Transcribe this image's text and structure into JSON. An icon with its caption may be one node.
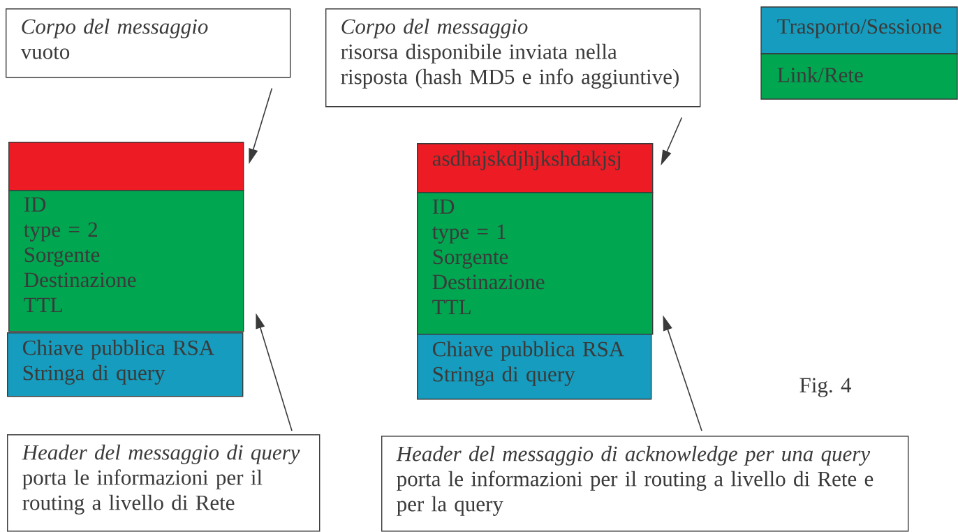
{
  "diagram": {
    "nodes": [
      {
        "text": [
          "Corpo del messaggio",
          "vuoto"
        ]
      },
      {
        "text": [
          "Corpo del messaggio",
          "risorsa disponibile inviata nella risposta (hash MD5 e info aggiuntive)"
        ]
      },
      {
        "text": [],
        "shape": "box"
      },
      {
        "text": [
          "ID",
          "type = 2",
          "Sorgente",
          "Destinazione",
          "TTL"
        ]
      },
      {
        "text": [
          "Chiave pubblica RSA",
          "Stringa di query"
        ]
      },
      {
        "text": [
          "asdhajskdjhjkshdakjsj"
        ]
      },
      {
        "text": [
          "ID",
          "type = 1",
          "Sorgente",
          "Destinazione",
          "TTL"
        ]
      },
      {
        "text": [
          "Chiave pubblica RSA",
          "Stringa di query"
        ]
      },
      {
        "text": [
          "Header del messaggio di query",
          "porta le informazioni per il routing a livello di Rete"
        ]
      },
      {
        "text": [
          "Header del messaggio di acknowledge per una query",
          "porta le informazioni per il routing a livello di Rete e per la query"
        ]
      }
    ],
    "edges": [
      {
        "from": 0,
        "to": 2,
        "arrow": "to"
      },
      {
        "from": 1,
        "to": 5,
        "arrow": "to"
      },
      {
        "from": 8,
        "to": 3,
        "arrow": "to"
      },
      {
        "from": 9,
        "to": 6,
        "arrow": "to"
      }
    ],
    "labels": [
      "Fig. 4"
    ],
    "legend": [
      {
        "text": "Trasporto/Sessione",
        "color": "#169cbe"
      },
      {
        "text": "Link/Rete",
        "color": "#00a650"
      }
    ]
  }
}
